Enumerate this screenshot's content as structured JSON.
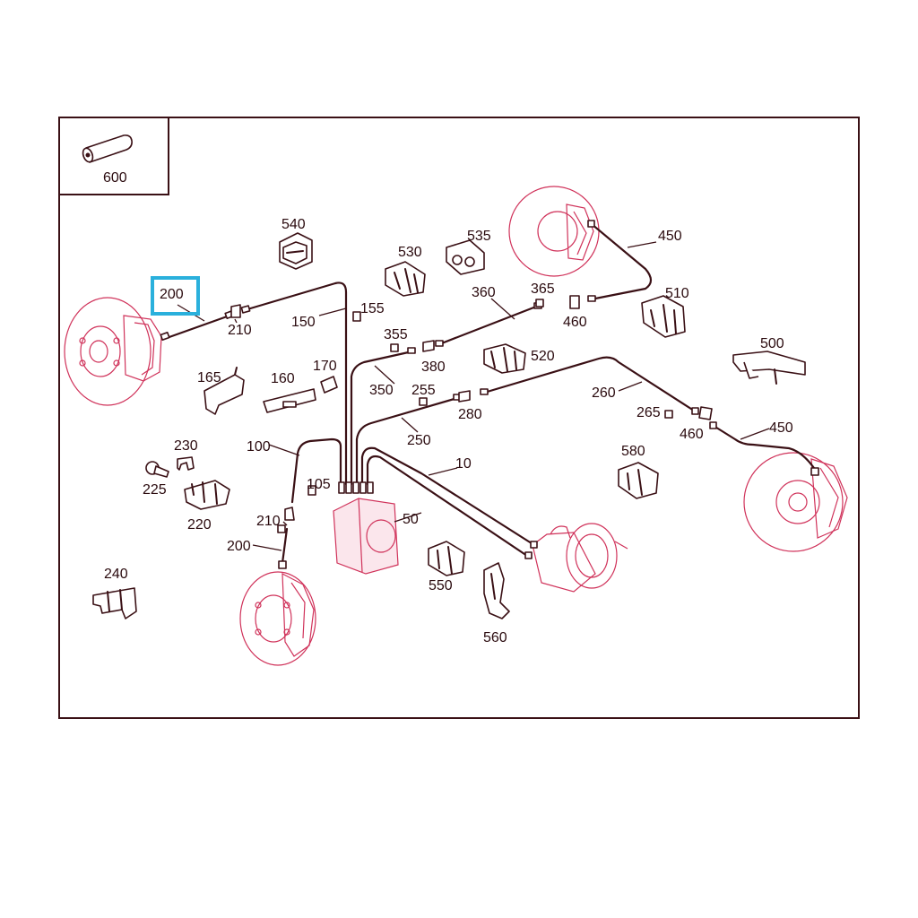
{
  "colors": {
    "line": "#3a1015",
    "disc": "#d0325a",
    "highlight": "#2ab0dc",
    "background": "#ffffff"
  },
  "inset": {
    "part_number": "600"
  },
  "highlighted_part": "200",
  "labels": {
    "p10": "10",
    "p50": "50",
    "p100": "100",
    "p105": "105",
    "p150": "150",
    "p155": "155",
    "p160": "160",
    "p165": "165",
    "p170": "170",
    "p200_top": "200",
    "p200_bottom": "200",
    "p210_top": "210",
    "p210_bottom": "210",
    "p220": "220",
    "p225": "225",
    "p230": "230",
    "p240": "240",
    "p250": "250",
    "p255": "255",
    "p260": "260",
    "p265": "265",
    "p280": "280",
    "p350": "350",
    "p355": "355",
    "p360": "360",
    "p365": "365",
    "p380": "380",
    "p450_top": "450",
    "p450_right": "450",
    "p460_top": "460",
    "p460_right": "460",
    "p500": "500",
    "p510": "510",
    "p520": "520",
    "p530": "530",
    "p535": "535",
    "p540": "540",
    "p550": "550",
    "p560": "560",
    "p580": "580"
  }
}
